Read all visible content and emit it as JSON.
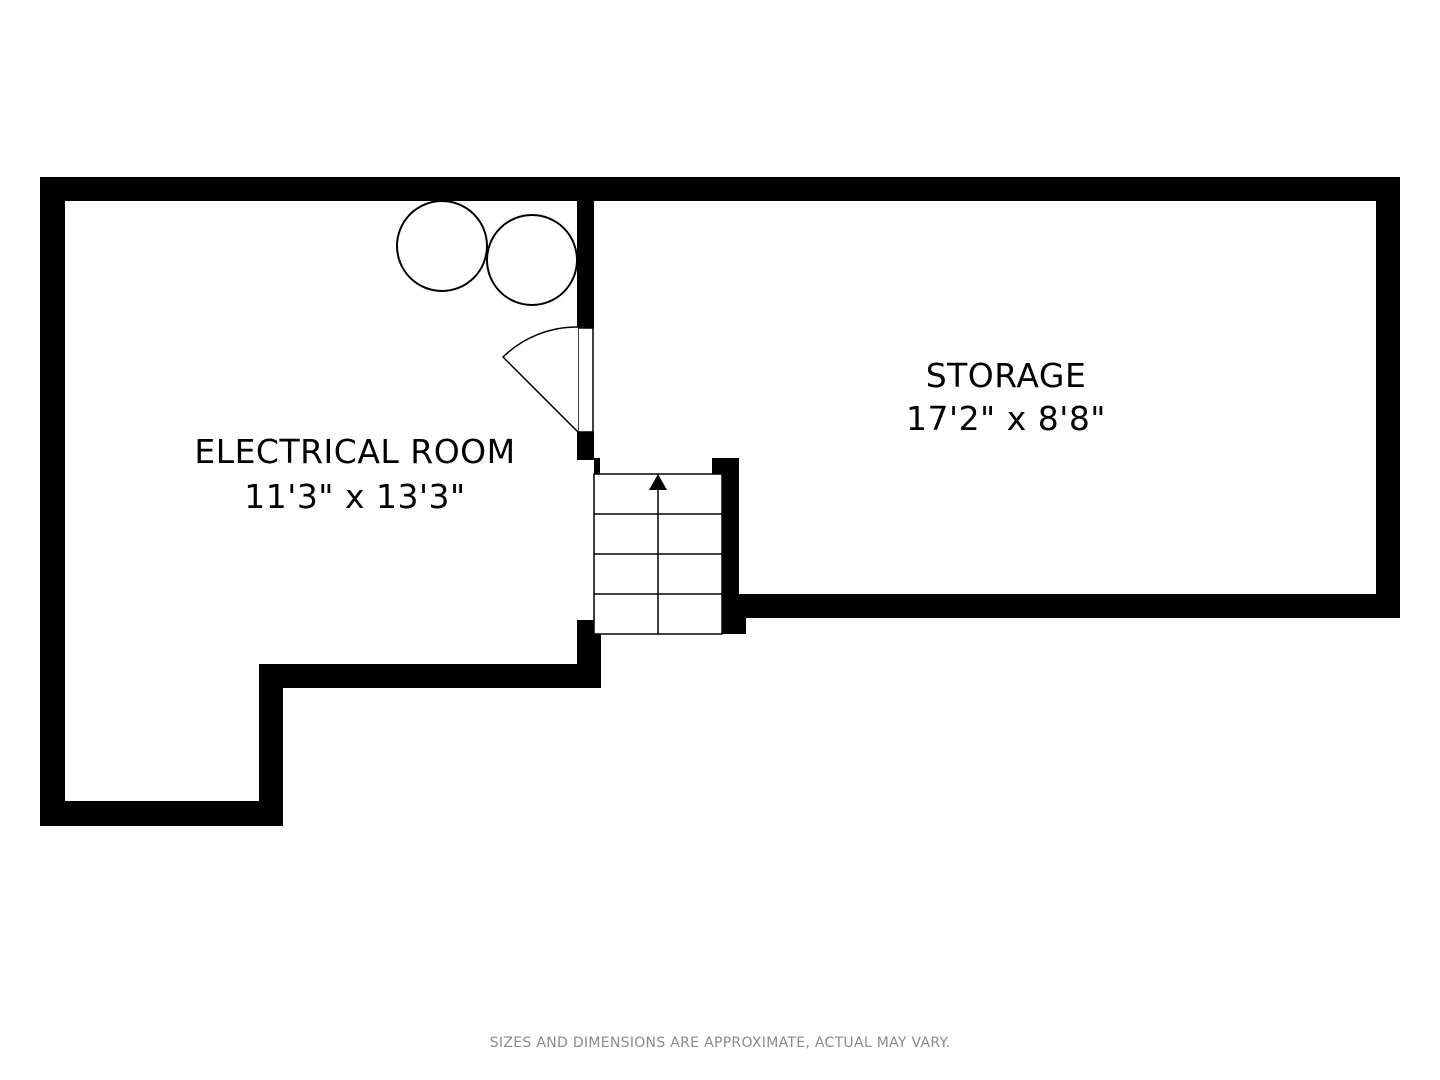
{
  "rooms": [
    {
      "name": "ELECTRICAL ROOM",
      "dimensions": "11'3\" x 13'3\""
    },
    {
      "name": "STORAGE",
      "dimensions": "17'2\" x 8'8\""
    }
  ],
  "disclaimer": "SIZES AND DIMENSIONS ARE APPROXIMATE, ACTUAL MAY VARY.",
  "colors": {
    "wall": "#000000",
    "background": "#ffffff",
    "disclaimer": "#8a8a8a"
  }
}
